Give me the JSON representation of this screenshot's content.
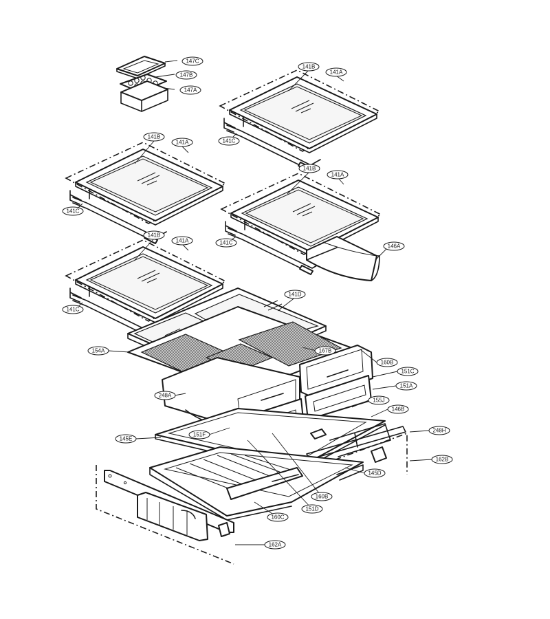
{
  "labels": {
    "l147C": "147C",
    "l147B": "147B",
    "l147A": "147A",
    "s1_141B": "141B",
    "s1_141A": "141A",
    "s1_141C": "141C",
    "s2_141B": "141B",
    "s2_141A": "141A",
    "s2_141C": "141C",
    "s3_141B": "141B",
    "s3_141A": "141A",
    "s3_141C": "141C",
    "s4_141B": "141B",
    "s4_141A": "141A",
    "s4_141C": "141C",
    "l146A": "146A",
    "l141D": "141D",
    "l154A": "154A",
    "l167B": "167B",
    "l160B": "160B",
    "l151C": "151C",
    "l151A": "151A",
    "l248A": "248A",
    "l155J": "155J",
    "l146B": "146B",
    "l145E": "145E",
    "l151F": "151F",
    "l248H": "248H",
    "l162B": "162B",
    "l145D": "145D",
    "l160B_2": "160B",
    "l151D": "151D",
    "l160C": "160C",
    "l162A": "162A"
  }
}
